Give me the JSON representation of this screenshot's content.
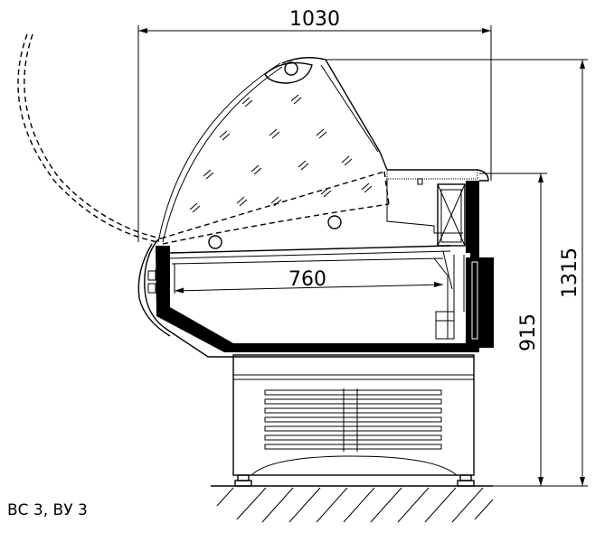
{
  "dimensions": {
    "overall_width": "1030",
    "inner_depth": "760",
    "counter_height": "915",
    "overall_height": "1315"
  },
  "caption": "ВС 3, ВУ 3"
}
